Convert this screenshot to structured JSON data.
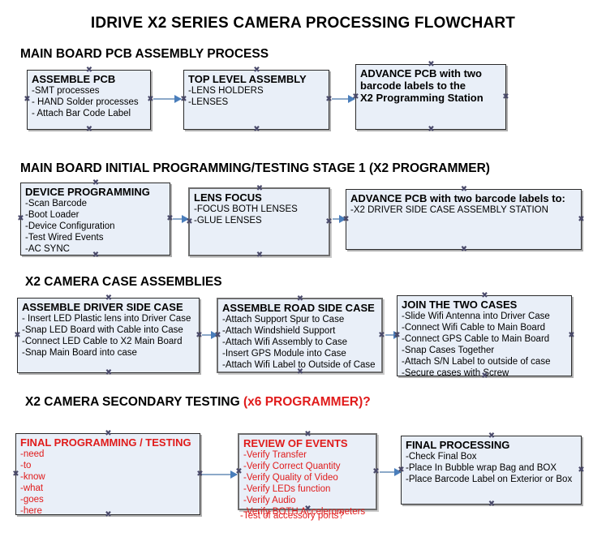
{
  "document": {
    "title": "IDRIVE X2  SERIES CAMERA PROCESSING FLOWCHART"
  },
  "sections": [
    {
      "id": "main-board-pcb-assembly",
      "heading": "MAIN BOARD PCB ASSEMBLY PROCESS",
      "heading_suffix": "",
      "boxes": [
        {
          "title": "ASSEMBLE PCB",
          "lines": [
            "-SMT processes",
            "- HAND Solder processes",
            "- Attach Bar Code Label"
          ]
        },
        {
          "title": "TOP LEVEL ASSEMBLY",
          "lines": [
            "-LENS HOLDERS",
            "-LENSES"
          ]
        },
        {
          "title": "ADVANCE PCB with two",
          "lines": [
            "barcode labels to the",
            " X2 Programming Station"
          ]
        }
      ]
    },
    {
      "id": "main-board-initial-programming",
      "heading": "MAIN BOARD INITIAL PROGRAMMING/TESTING STAGE 1 (X2 PROGRAMMER)",
      "heading_suffix": "",
      "boxes": [
        {
          "title": "DEVICE PROGRAMMING",
          "lines": [
            "-Scan Barcode",
            "-Boot Loader",
            "-Device Configuration",
            "-Test Wired Events",
            "-AC SYNC"
          ]
        },
        {
          "title": "LENS FOCUS",
          "lines": [
            "-FOCUS BOTH LENSES",
            "-GLUE LENSES"
          ]
        },
        {
          "title": "ADVANCE PCB with two barcode labels to:",
          "lines": [
            "-X2 DRIVER  SIDE  CASE  ASSEMBLY STATION"
          ]
        }
      ]
    },
    {
      "id": "x2-camera-case-assemblies",
      "heading": "X2 CAMERA CASE ASSEMBLIES",
      "heading_suffix": "",
      "boxes": [
        {
          "title": "ASSEMBLE DRIVER SIDE CASE",
          "lines": [
            "- Insert LED Plastic lens into Driver Case",
            "-Snap LED Board with Cable into Case",
            "-Connect LED Cable to X2 Main Board",
            "-Snap Main Board into case"
          ]
        },
        {
          "title": "ASSEMBLE ROAD SIDE CASE",
          "lines": [
            "-Attach Support Spur to Case",
            "-Attach Windshield Support",
            "-Attach Wifi Assembly to Case",
            "-Insert GPS Module into Case",
            "-Attach Wifi Label to Outside of Case"
          ]
        },
        {
          "title": "JOIN THE TWO CASES",
          "lines": [
            "-Slide Wifi Antenna into Driver Case",
            "-Connect Wifi Cable to Main Board",
            "-Connect GPS Cable to Main Board",
            "-Snap Cases Together",
            "-Attach S/N Label to outside of case",
            "-Secure cases with Screw"
          ]
        }
      ]
    },
    {
      "id": "x2-camera-secondary-testing",
      "heading": "X2 CAMERA SECONDARY TESTING ",
      "heading_suffix": "(x6 PROGRAMMER)?",
      "boxes": [
        {
          "title": "FINAL PROGRAMMING / TESTING",
          "lines": [
            "-need",
            "-to",
            "-know",
            "-what",
            "-goes",
            "-here"
          ]
        },
        {
          "title": "REVIEW OF EVENTS",
          "lines": [
            "-Verify Transfer",
            "-Verify Correct Quantity",
            "-Verify Quality of Video",
            "-Verify LEDs function",
            "-Verify Audio",
            "-Verify BOTH Accelerometers"
          ],
          "overflow_line": "-Test of accessory ports?"
        },
        {
          "title": "FINAL PROCESSING",
          "lines": [
            " -Check Final Box",
            "-Place In Bubble wrap Bag and BOX",
            "-Place Barcode Label on Exterior or Box"
          ]
        }
      ]
    }
  ],
  "colors": {
    "box_fill": "#e9eff8",
    "box_border": "#2b2b2b",
    "accent_red": "#e01b1b",
    "connector": "#8ca9c9",
    "arrow_head": "#4a7ebb"
  }
}
